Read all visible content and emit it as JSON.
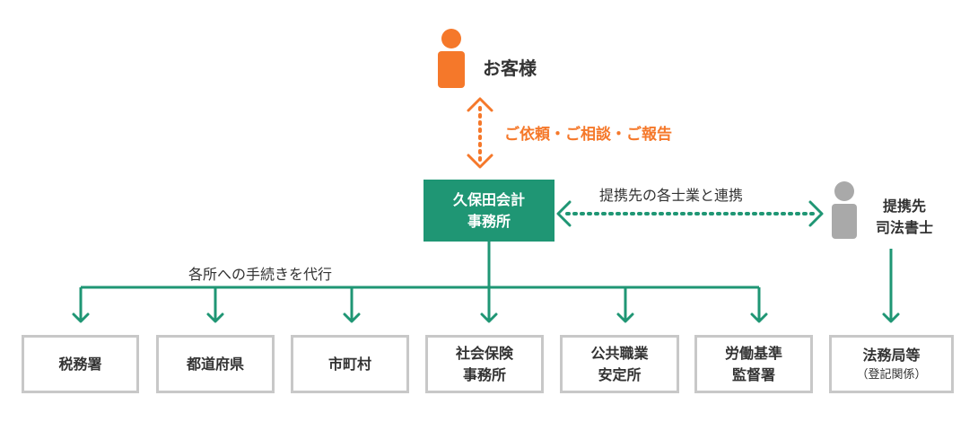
{
  "customer": {
    "label": "お客様",
    "icon": "person-icon",
    "color": "#f5782a"
  },
  "customer_link": {
    "label": "ご依頼・ご相談・ご報告"
  },
  "office": {
    "line1": "久保田会計",
    "line2": "事務所",
    "color": "#1f9674"
  },
  "partner_link": {
    "label": "提携先の各士業と連携"
  },
  "partner": {
    "line1": "提携先",
    "line2": "司法書士",
    "icon": "person-icon",
    "color": "#a9a9a9"
  },
  "proxy_label": "各所への手続きを代行",
  "destinations": [
    {
      "line1": "税務署",
      "line2": ""
    },
    {
      "line1": "都道府県",
      "line2": ""
    },
    {
      "line1": "市町村",
      "line2": ""
    },
    {
      "line1": "社会保険",
      "line2": "事務所"
    },
    {
      "line1": "公共職業",
      "line2": "安定所"
    },
    {
      "line1": "労働基準",
      "line2": "監督署"
    }
  ],
  "partner_destination": {
    "line1": "法務局等",
    "line2": "（登記関係）"
  }
}
